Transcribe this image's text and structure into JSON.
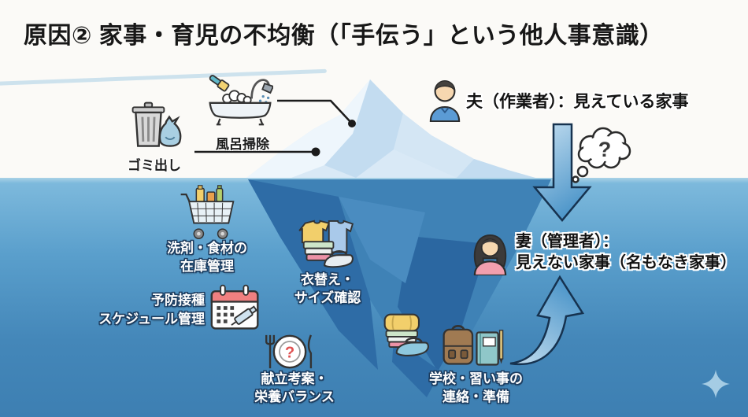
{
  "title": "原因② 家事・育児の不均衡（「手伝う」という他人事意識）",
  "surface": {
    "chores": [
      {
        "label": "ゴミ出し",
        "icon": "trash"
      },
      {
        "label": "風呂掃除",
        "icon": "bathtub"
      }
    ],
    "husband_label": "夫（作業者）：見えている家事",
    "thought_mark": "?"
  },
  "underwater": {
    "chores": [
      {
        "line1": "洗剤・食材の",
        "line2": "在庫管理",
        "icon": "shopping-cart"
      },
      {
        "line1": "衣替え・",
        "line2": "サイズ確認",
        "icon": "clothes-iron"
      },
      {
        "line1": "予防接種",
        "line2": "スケジュール管理",
        "icon": "calendar-syringe"
      },
      {
        "line1": "献立考案・",
        "line2": "栄養バランス",
        "icon": "meal-plate"
      },
      {
        "line1": "学校・習い事の",
        "line2": "連絡・準備",
        "icon": "backpack-notebook"
      }
    ],
    "meal_question_mark": "?",
    "wife_line1": "妻（管理者）：",
    "wife_line2": "見えない家事（名もなき家事）"
  },
  "colors": {
    "water_surface": "#7db9dc",
    "water_deep": "#3d7fb2",
    "iceberg_above": "#d9e9f6",
    "iceberg_below": "#3f82b6",
    "arrow_fill": "#5b9fd0",
    "title_text": "#171717",
    "underwater_label_text": "#ffffff"
  }
}
